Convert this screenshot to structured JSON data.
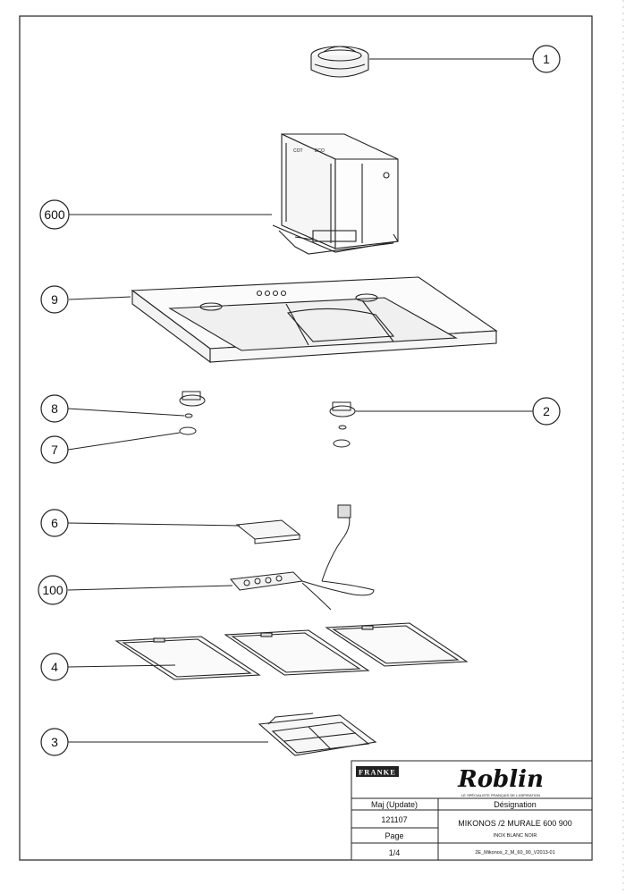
{
  "callouts": [
    {
      "id": "1"
    },
    {
      "id": "600"
    },
    {
      "id": "9"
    },
    {
      "id": "8"
    },
    {
      "id": "2"
    },
    {
      "id": "7"
    },
    {
      "id": "6"
    },
    {
      "id": "100"
    },
    {
      "id": "4"
    },
    {
      "id": "3"
    }
  ],
  "parts": {
    "fan_panel_marks": [
      "COT",
      "BCO"
    ]
  },
  "title_block": {
    "franke_logo": "FRANKE",
    "roblin_logo": "Roblin",
    "roblin_tagline": "LE SPÉCIALISTE FRANÇAIS DE L'ASPIRATION",
    "maj_label": "Maj (Update)",
    "maj_value": "121107",
    "page_label": "Page",
    "page_value": "1/4",
    "designation_label": "Désignation",
    "designation_value": "MIKONOS /2 MURALE 600 900",
    "designation_sub": "INOX BLANC NOIR",
    "doc_ref": "2E_Mikonos_2_M_60_90_V2013-01"
  }
}
